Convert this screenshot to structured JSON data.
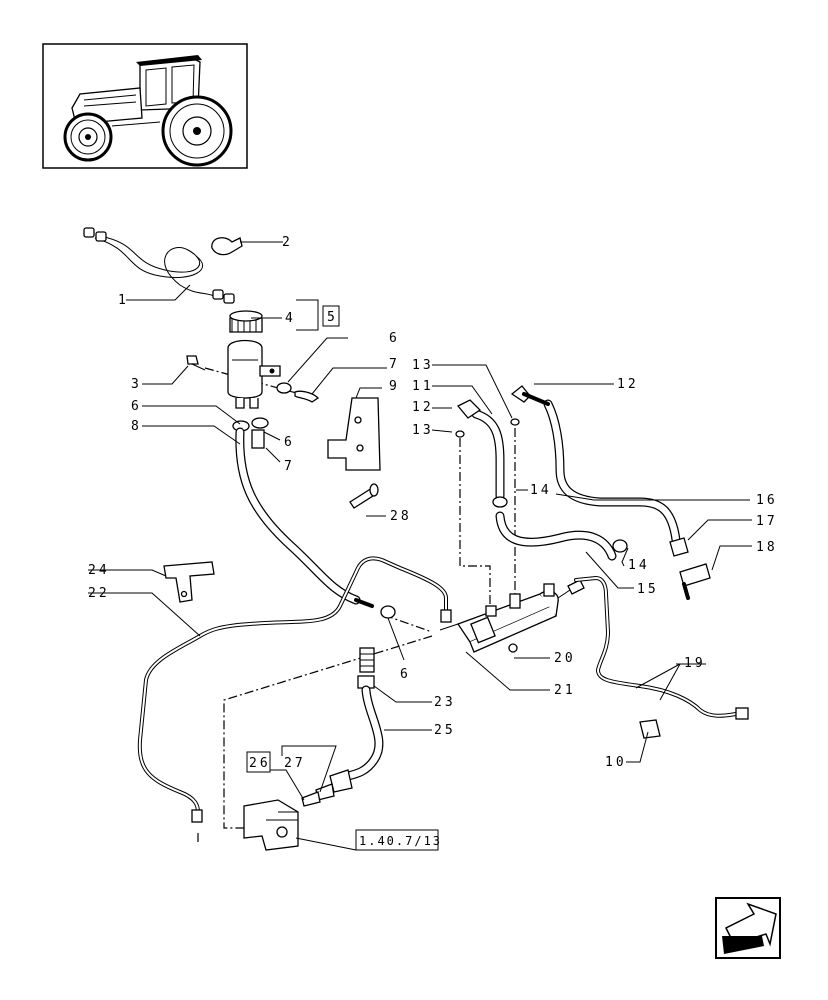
{
  "reference_labels": {
    "l1": "1",
    "l2": "2",
    "l3": "3",
    "l4": "4",
    "l5": "5",
    "l6a": "6",
    "l6b": "6",
    "l6c": "6",
    "l6d": "6",
    "l7a": "7",
    "l7b": "7",
    "l8": "8",
    "l9": "9",
    "l10": "10",
    "l11": "11",
    "l12a": "12",
    "l12b": "12",
    "l13a": "13",
    "l13b": "13",
    "l14a": "14",
    "l14b": "14",
    "l15": "15",
    "l16": "16",
    "l17": "17",
    "l18": "18",
    "l19": "19",
    "l20": "20",
    "l21": "21",
    "l22": "22",
    "l23": "23",
    "l24": "24",
    "l25": "25",
    "l26": "26",
    "l27": "27",
    "l28": "28"
  },
  "cross_reference": "1.40.7/13",
  "icons": {
    "thumbnail": "tractor-thumbnail-icon",
    "nav": "previous-page-arrow-icon"
  }
}
